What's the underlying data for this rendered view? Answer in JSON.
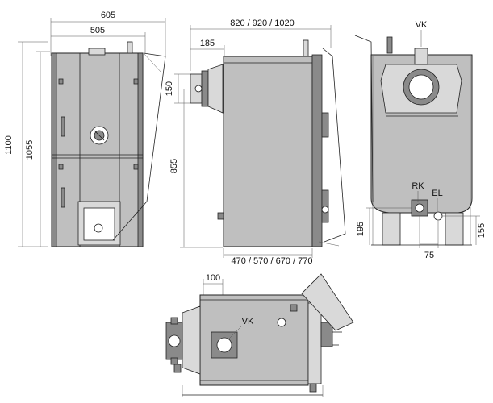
{
  "front_view": {
    "dim_total_width": "605",
    "dim_body_width": "505",
    "dim_total_height": "1100",
    "dim_body_height": "1055"
  },
  "side_view": {
    "dim_depth": "820 / 920 / 1020",
    "dim_flue_projection": "185",
    "dim_flue_diameter": "150",
    "dim_flue_height": "855",
    "dim_body_depth": "470 / 570 / 670 / 770"
  },
  "rear_view": {
    "label_flue": "VK",
    "label_return": "RK",
    "label_drain": "EL",
    "dim_return_height": "195",
    "dim_drain_height": "155",
    "dim_connection_spacing": "75"
  },
  "top_view": {
    "dim_flue_offset": "100",
    "label_flue": "VK"
  }
}
